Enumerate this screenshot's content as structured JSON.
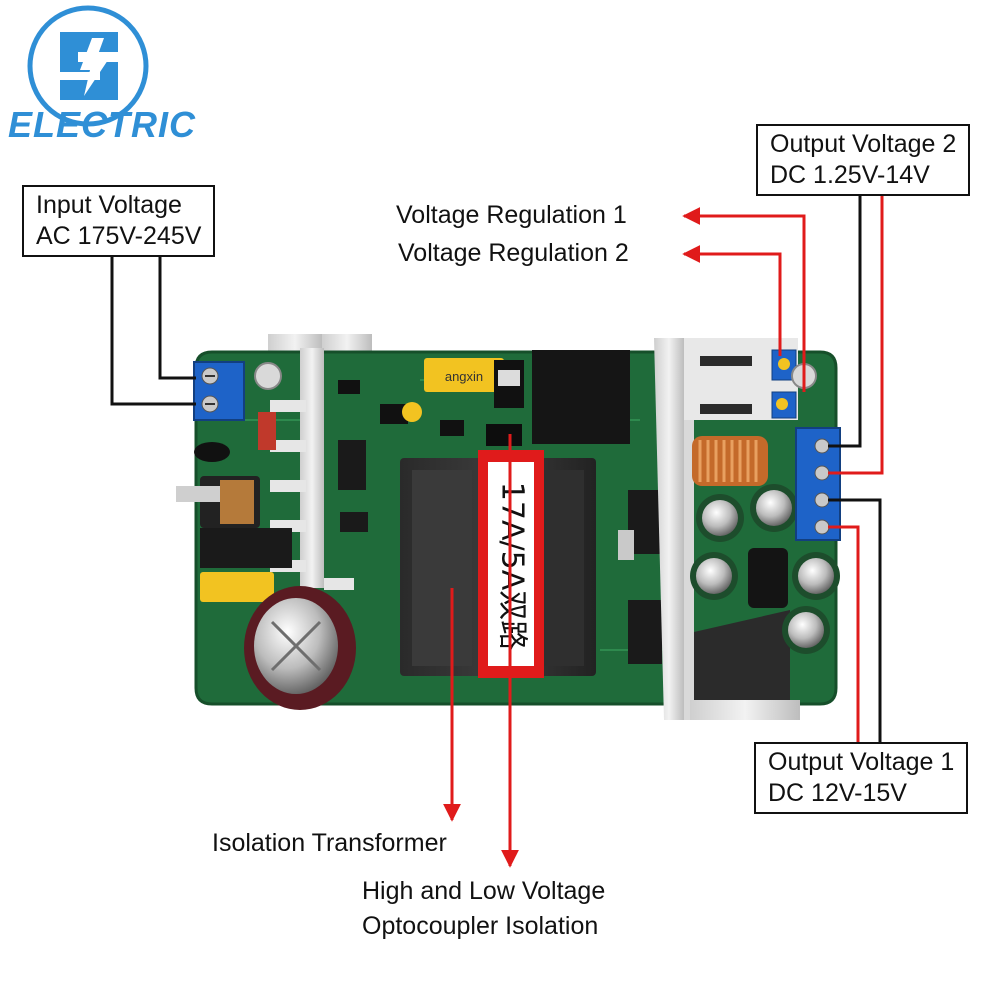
{
  "logo": {
    "text": "ELECTRIC",
    "color": "#2f8fd6"
  },
  "labels": {
    "input_voltage": {
      "line1": "Input Voltage",
      "line2": "AC 175V-245V"
    },
    "output_voltage_2": {
      "line1": "Output Voltage 2",
      "line2": "DC 1.25V-14V"
    },
    "output_voltage_1": {
      "line1": "Output Voltage 1",
      "line2": "DC 12V-15V"
    },
    "voltage_regulation_1": "Voltage Regulation 1",
    "voltage_regulation_2": "Voltage Regulation 2",
    "isolation_transformer": "Isolation Transformer",
    "optocoupler": {
      "line1": "High and Low Voltage",
      "line2": "Optocoupler Isolation"
    }
  },
  "board": {
    "transformer_marking": "17A/5A双路",
    "chip_marking": "angxin"
  },
  "colors": {
    "pcb": "#1f6b3a",
    "heatsink": "#e6e6e6",
    "terminal": "#1e63c8",
    "arrow_red": "#e01b1b",
    "line_black": "#111111"
  }
}
